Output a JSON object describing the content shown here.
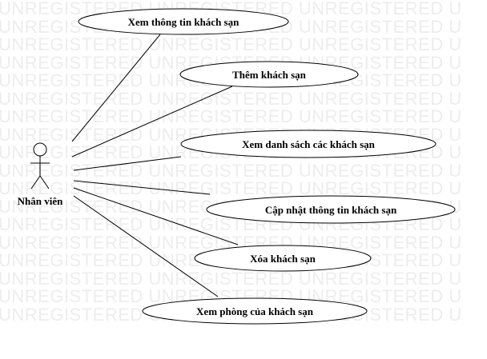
{
  "watermark": "UNREGISTERED UNREGISTERED UNREGISTERED U",
  "actor": {
    "name": "Nhân viên"
  },
  "use_cases": [
    {
      "id": "view-hotel-info",
      "label": "Xem thông tin khách sạn"
    },
    {
      "id": "add-hotel",
      "label": "Thêm khách sạn"
    },
    {
      "id": "view-hotel-list",
      "label": "Xem danh sách các khách sạn"
    },
    {
      "id": "update-hotel-info",
      "label": "Cập nhật thông tin khách sạn"
    },
    {
      "id": "delete-hotel",
      "label": "Xóa khách sạn"
    },
    {
      "id": "view-hotel-rooms",
      "label": "Xem phòng của khách sạn"
    }
  ]
}
